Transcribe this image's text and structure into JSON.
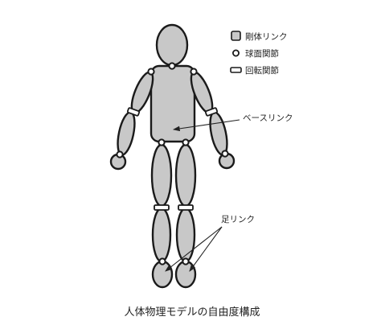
{
  "legend": {
    "rigid_link": "剛体リンク",
    "spherical_joint": "球面関節",
    "revolute_joint": "回転関節"
  },
  "labels": {
    "base_link": "ベースリンク",
    "foot_link": "足リンク"
  },
  "caption": "人体物理モデルの自由度構成",
  "colors": {
    "link_fill": "#c8c8c8",
    "outline": "#1a1a1a",
    "joint_fill": "#ffffff"
  }
}
